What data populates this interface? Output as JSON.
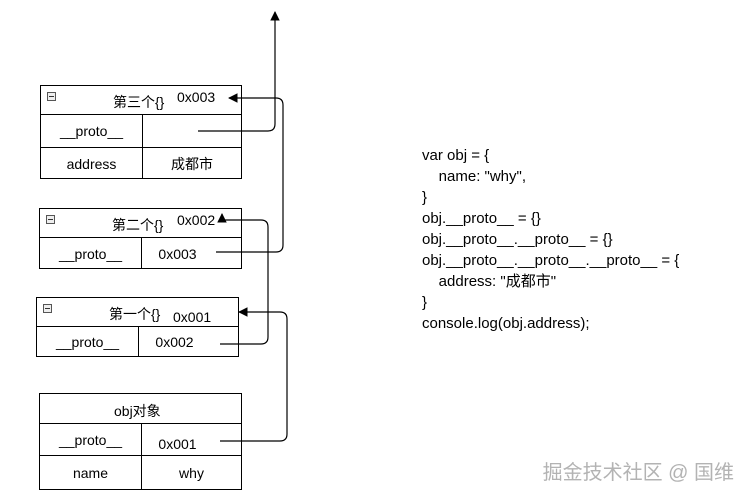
{
  "boxes": {
    "third": {
      "title": "第三个{}",
      "addr": "0x003",
      "row1": {
        "left": "__proto__",
        "right": ""
      },
      "row2": {
        "left": "address",
        "right": "成都市"
      }
    },
    "second": {
      "title": "第二个{}",
      "addr": "0x002",
      "row1": {
        "left": "__proto__",
        "right": "0x003"
      }
    },
    "first": {
      "title": "第一个{}",
      "addr": "0x001",
      "row1": {
        "left": "__proto__",
        "right": "0x002"
      }
    },
    "obj": {
      "title": "obj对象",
      "row1": {
        "left": "__proto__",
        "right": "0x001"
      },
      "row2": {
        "left": "name",
        "right": "why"
      }
    }
  },
  "code": {
    "lines": [
      "var obj = {",
      "    name: \"why\",",
      "}",
      "obj.__proto__ = {}",
      "obj.__proto__.__proto__ = {}",
      "obj.__proto__.__proto__.__proto__ = {",
      "    address: \"成都市\"",
      "}",
      "console.log(obj.address);"
    ]
  },
  "watermark": "掘金技术社区 @ 国维"
}
